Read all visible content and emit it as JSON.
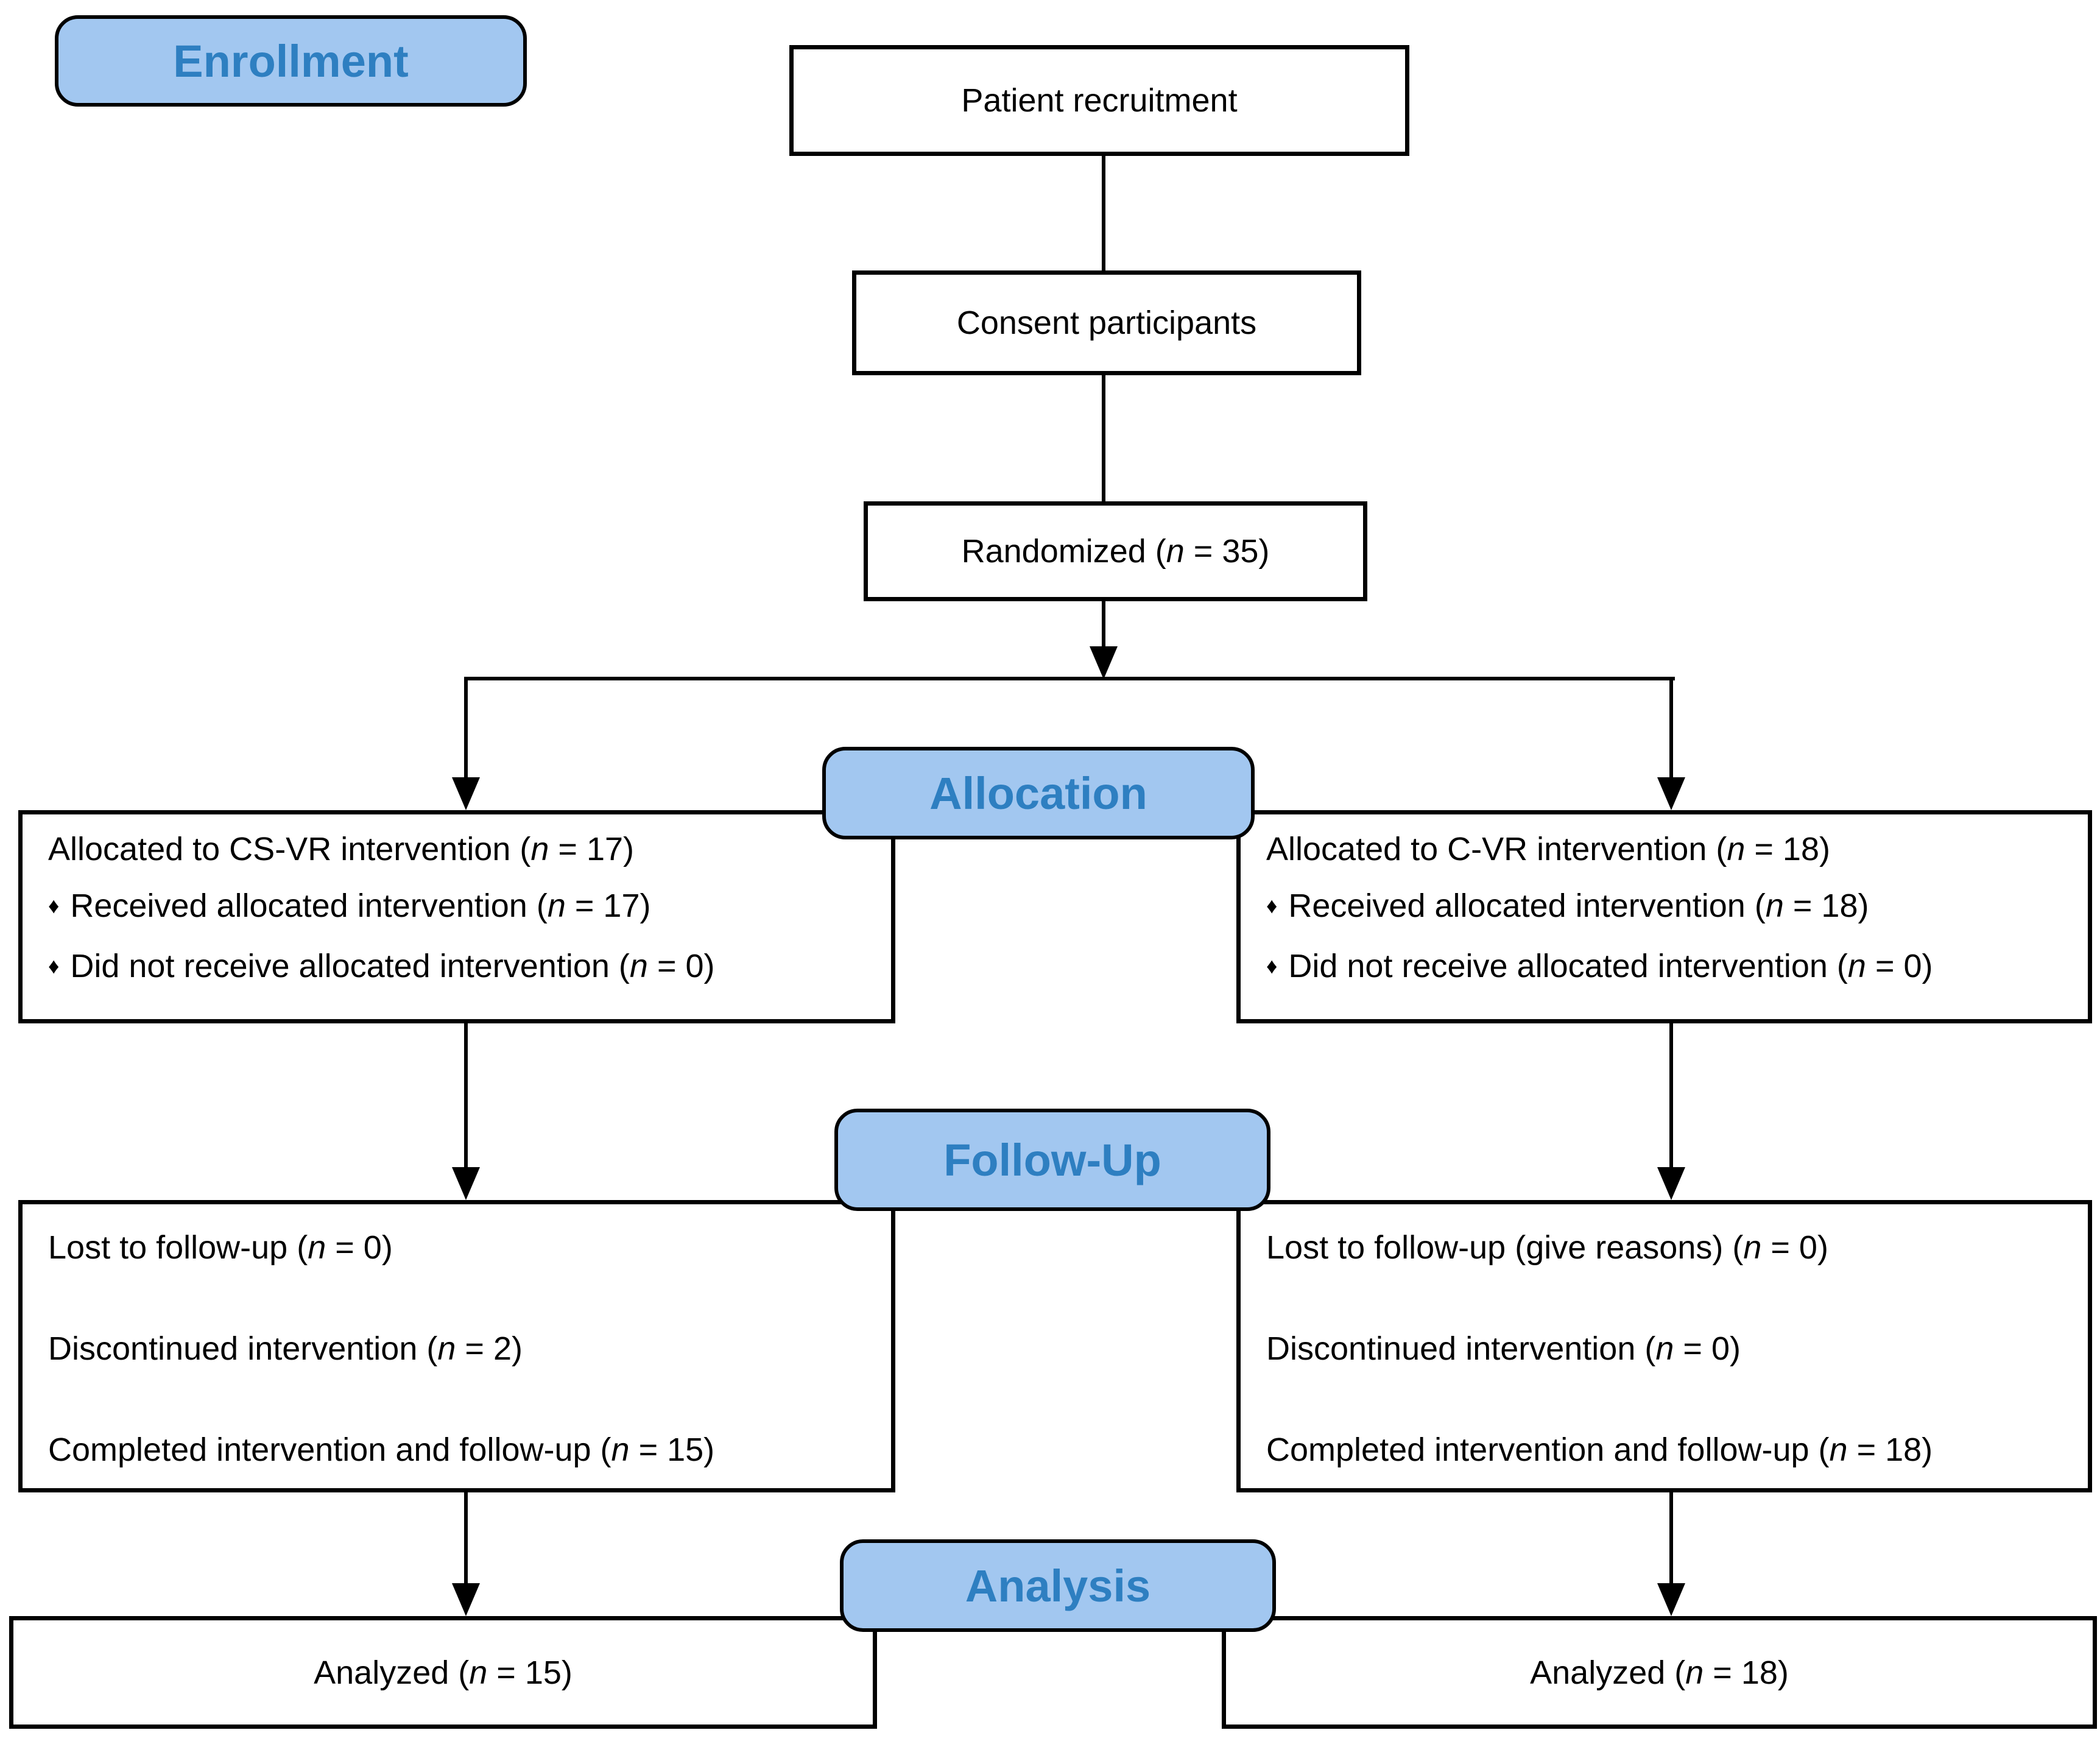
{
  "stage_labels": {
    "enrollment": "Enrollment",
    "allocation": "Allocation",
    "followup": "Follow-Up",
    "analysis": "Analysis"
  },
  "bullet_char": "♦",
  "colors": {
    "label_fill": "#A2C7F0",
    "label_text": "#2E7FC1",
    "box_border": "#000000",
    "line_color": "#000000"
  },
  "boxes": {
    "recruitment": {
      "text": "Patient recruitment"
    },
    "consent": {
      "text": "Consent participants"
    },
    "randomized": {
      "text": "Randomized (n = 35)"
    },
    "alloc_left": {
      "title": "Allocated to CS-VR intervention (n = 17)",
      "bullets": [
        "Received allocated intervention (n = 17)",
        "Did not receive allocated intervention (n = 0)"
      ]
    },
    "alloc_right": {
      "title": "Allocated to C-VR intervention (n = 18)",
      "bullets": [
        "Received allocated intervention (n = 18)",
        "Did not receive allocated intervention (n = 0)"
      ]
    },
    "followup_left": {
      "lines": [
        "Lost to follow-up (n = 0)",
        "Discontinued intervention (n = 2)",
        "Completed intervention and follow-up (n = 15)"
      ]
    },
    "followup_right": {
      "lines": [
        "Lost to follow-up (give reasons) (n = 0)",
        "Discontinued intervention (n = 0)",
        "Completed intervention and follow-up (n = 18)"
      ]
    },
    "analyzed_left": {
      "text": "Analyzed (n = 15)"
    },
    "analyzed_right": {
      "text": "Analyzed (n = 18)"
    }
  }
}
